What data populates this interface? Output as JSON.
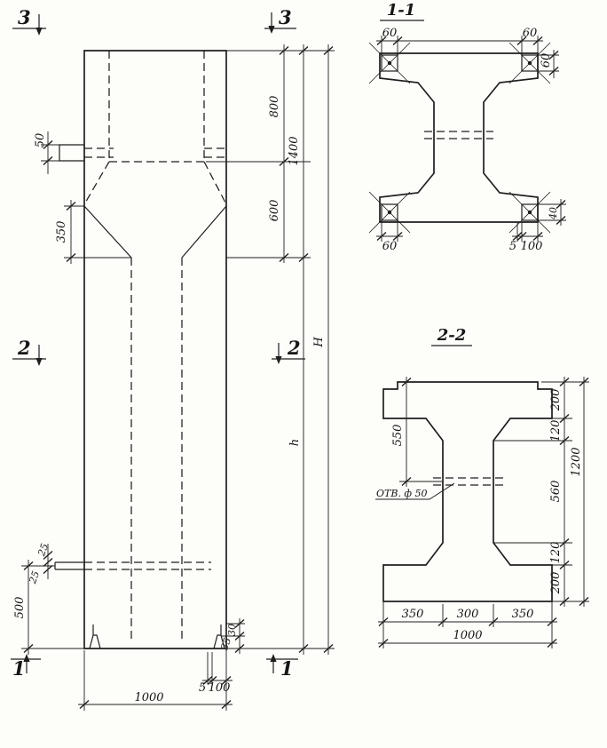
{
  "drawing": {
    "kind": "reinforced concrete column working drawing",
    "ink": "#1e1e1e",
    "paper": "#fdfdfa"
  },
  "elevation": {
    "markers": {
      "s3_left": "3",
      "s3_right": "3",
      "s2_left": "2",
      "s2_right": "2",
      "s1_left": "1",
      "s1_right": "1"
    },
    "dims": {
      "d50": "50",
      "d350": "350",
      "d800": "800",
      "d600": "600",
      "d1400": "1400",
      "dH": "Н",
      "dh": "h",
      "d500": "500",
      "d25a": "25",
      "d25b": "25",
      "d30": "30",
      "d35": "35",
      "d5": "5",
      "d100": "100",
      "d1000": "1000"
    }
  },
  "section11": {
    "title": "1-1",
    "dims": {
      "d60tl": "60",
      "d60tr": "60",
      "d60r": "60",
      "d60bl": "60",
      "d40": "40",
      "d5": "5",
      "d100": "100"
    }
  },
  "section22": {
    "title": "2-2",
    "hole_label": "ОТВ. ф 50",
    "dims": {
      "d550": "550",
      "d200t": "200",
      "d120t": "120",
      "d560": "560",
      "d120b": "120",
      "d200b": "200",
      "d1200": "1200",
      "d350l": "350",
      "d300": "300",
      "d350r": "350",
      "d1000": "1000"
    }
  }
}
